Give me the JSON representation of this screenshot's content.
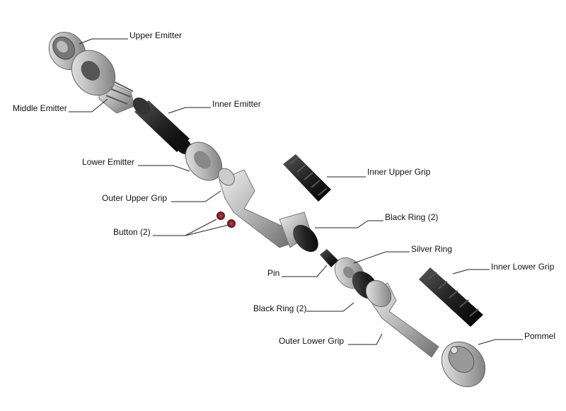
{
  "title": "Lightsaber exploded parts diagram",
  "labels": {
    "upper_emitter": "Upper Emitter",
    "middle_emitter": "Middle Emitter",
    "inner_emitter": "Inner Emitter",
    "lower_emitter": "Lower Emitter",
    "inner_upper_grip": "Inner Upper Grip",
    "outer_upper_grip": "Outer Upper Grip",
    "black_ring_upper": "Black Ring (2)",
    "button": "Button (2)",
    "silver_ring": "Silver Ring",
    "pin": "Pin",
    "inner_lower_grip": "Inner Lower Grip",
    "black_ring_lower": "Black Ring (2)",
    "outer_lower_grip": "Outer Lower Grip",
    "pommel": "Pommel"
  },
  "colors": {
    "metal": "#b8b8b8",
    "dark": "#1a1a1a",
    "button": "#7a1a22"
  }
}
